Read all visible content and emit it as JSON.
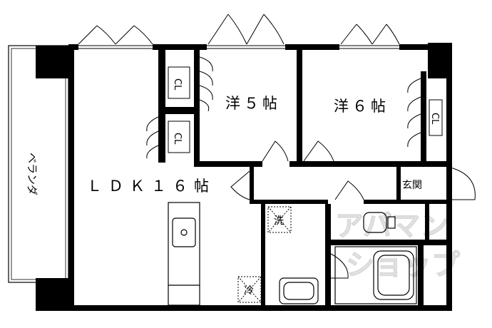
{
  "rooms": {
    "western5": "洋５帖",
    "western6": "洋６帖",
    "ldk": "ＬＤＫ１６帖",
    "veranda": "ベランダ",
    "entrance": "玄関",
    "closet_mark": "CL",
    "washer": "洗",
    "fridge": "冷"
  },
  "watermark": {
    "line1": "アパマン",
    "line2": "ショップ"
  }
}
